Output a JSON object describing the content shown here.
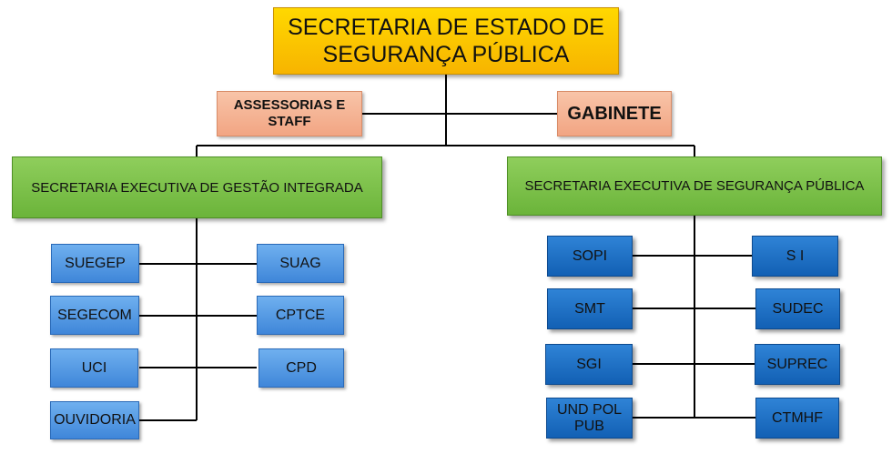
{
  "top": {
    "line1": "SECRETARIA DE ESTADO DE",
    "line2": "SEGURANÇA PÚBLICA"
  },
  "assessorias": {
    "line1": "ASSESSORIAS E",
    "line2": "STAFF"
  },
  "gabinete": "GABINETE",
  "exec_left": "SECRETARIA EXECUTIVA DE GESTÃO INTEGRADA",
  "exec_right": "SECRETARIA EXECUTIVA DE SEGURANÇA PÚBLICA",
  "left_units": {
    "col1": [
      "SUEGEP",
      "SEGECOM",
      "UCI",
      "OUVIDORIA"
    ],
    "col2": [
      "SUAG",
      "CPTCE",
      "CPD"
    ]
  },
  "right_units": {
    "col1": [
      "SOPI",
      "SMT",
      "SGI",
      "UND POL",
      "PUB"
    ],
    "col2": [
      "S I",
      "SUDEC",
      "SUPREC",
      "CTMHF"
    ]
  }
}
